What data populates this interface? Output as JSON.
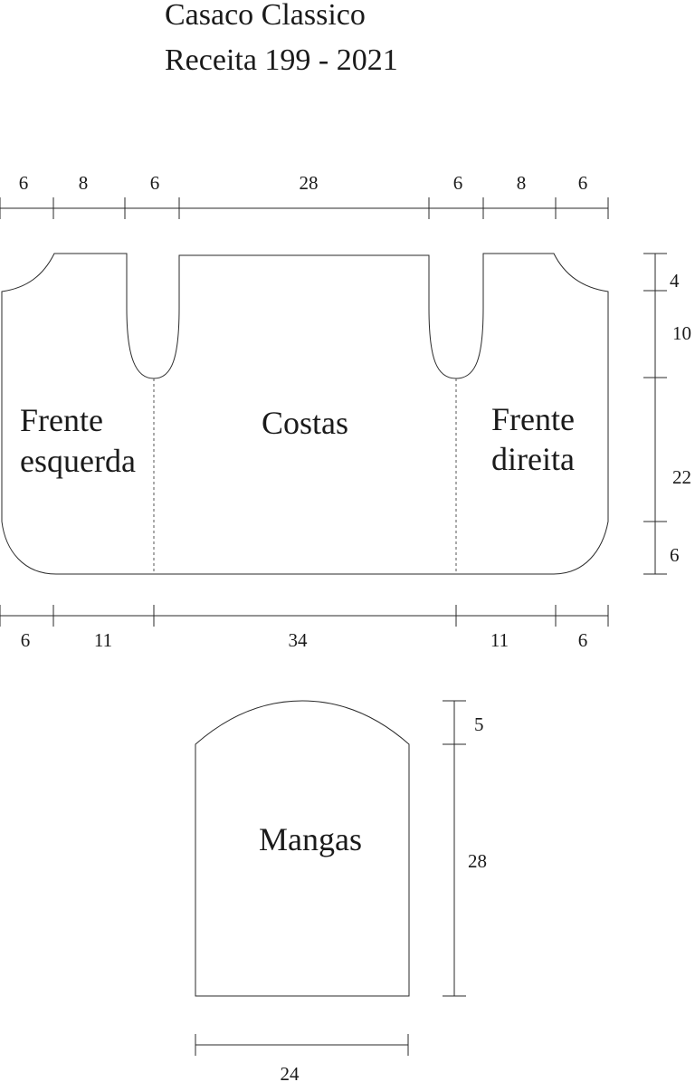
{
  "title": {
    "line1": "Casaco Classico",
    "line2": "Receita  199 - 2021"
  },
  "body_piece": {
    "top_widths": [
      "6",
      "8",
      "6",
      "28",
      "6",
      "8",
      "6"
    ],
    "bottom_widths": [
      "6",
      "11",
      "34",
      "11",
      "6"
    ],
    "right_heights": [
      "4",
      "10",
      "22",
      "6"
    ],
    "labels": {
      "left_front": [
        "Frente",
        "esquerda"
      ],
      "back": "Costas",
      "right_front": [
        "Frente",
        "direita"
      ]
    }
  },
  "sleeve_piece": {
    "label": "Mangas",
    "heights": [
      "5",
      "28"
    ],
    "width": "24"
  }
}
